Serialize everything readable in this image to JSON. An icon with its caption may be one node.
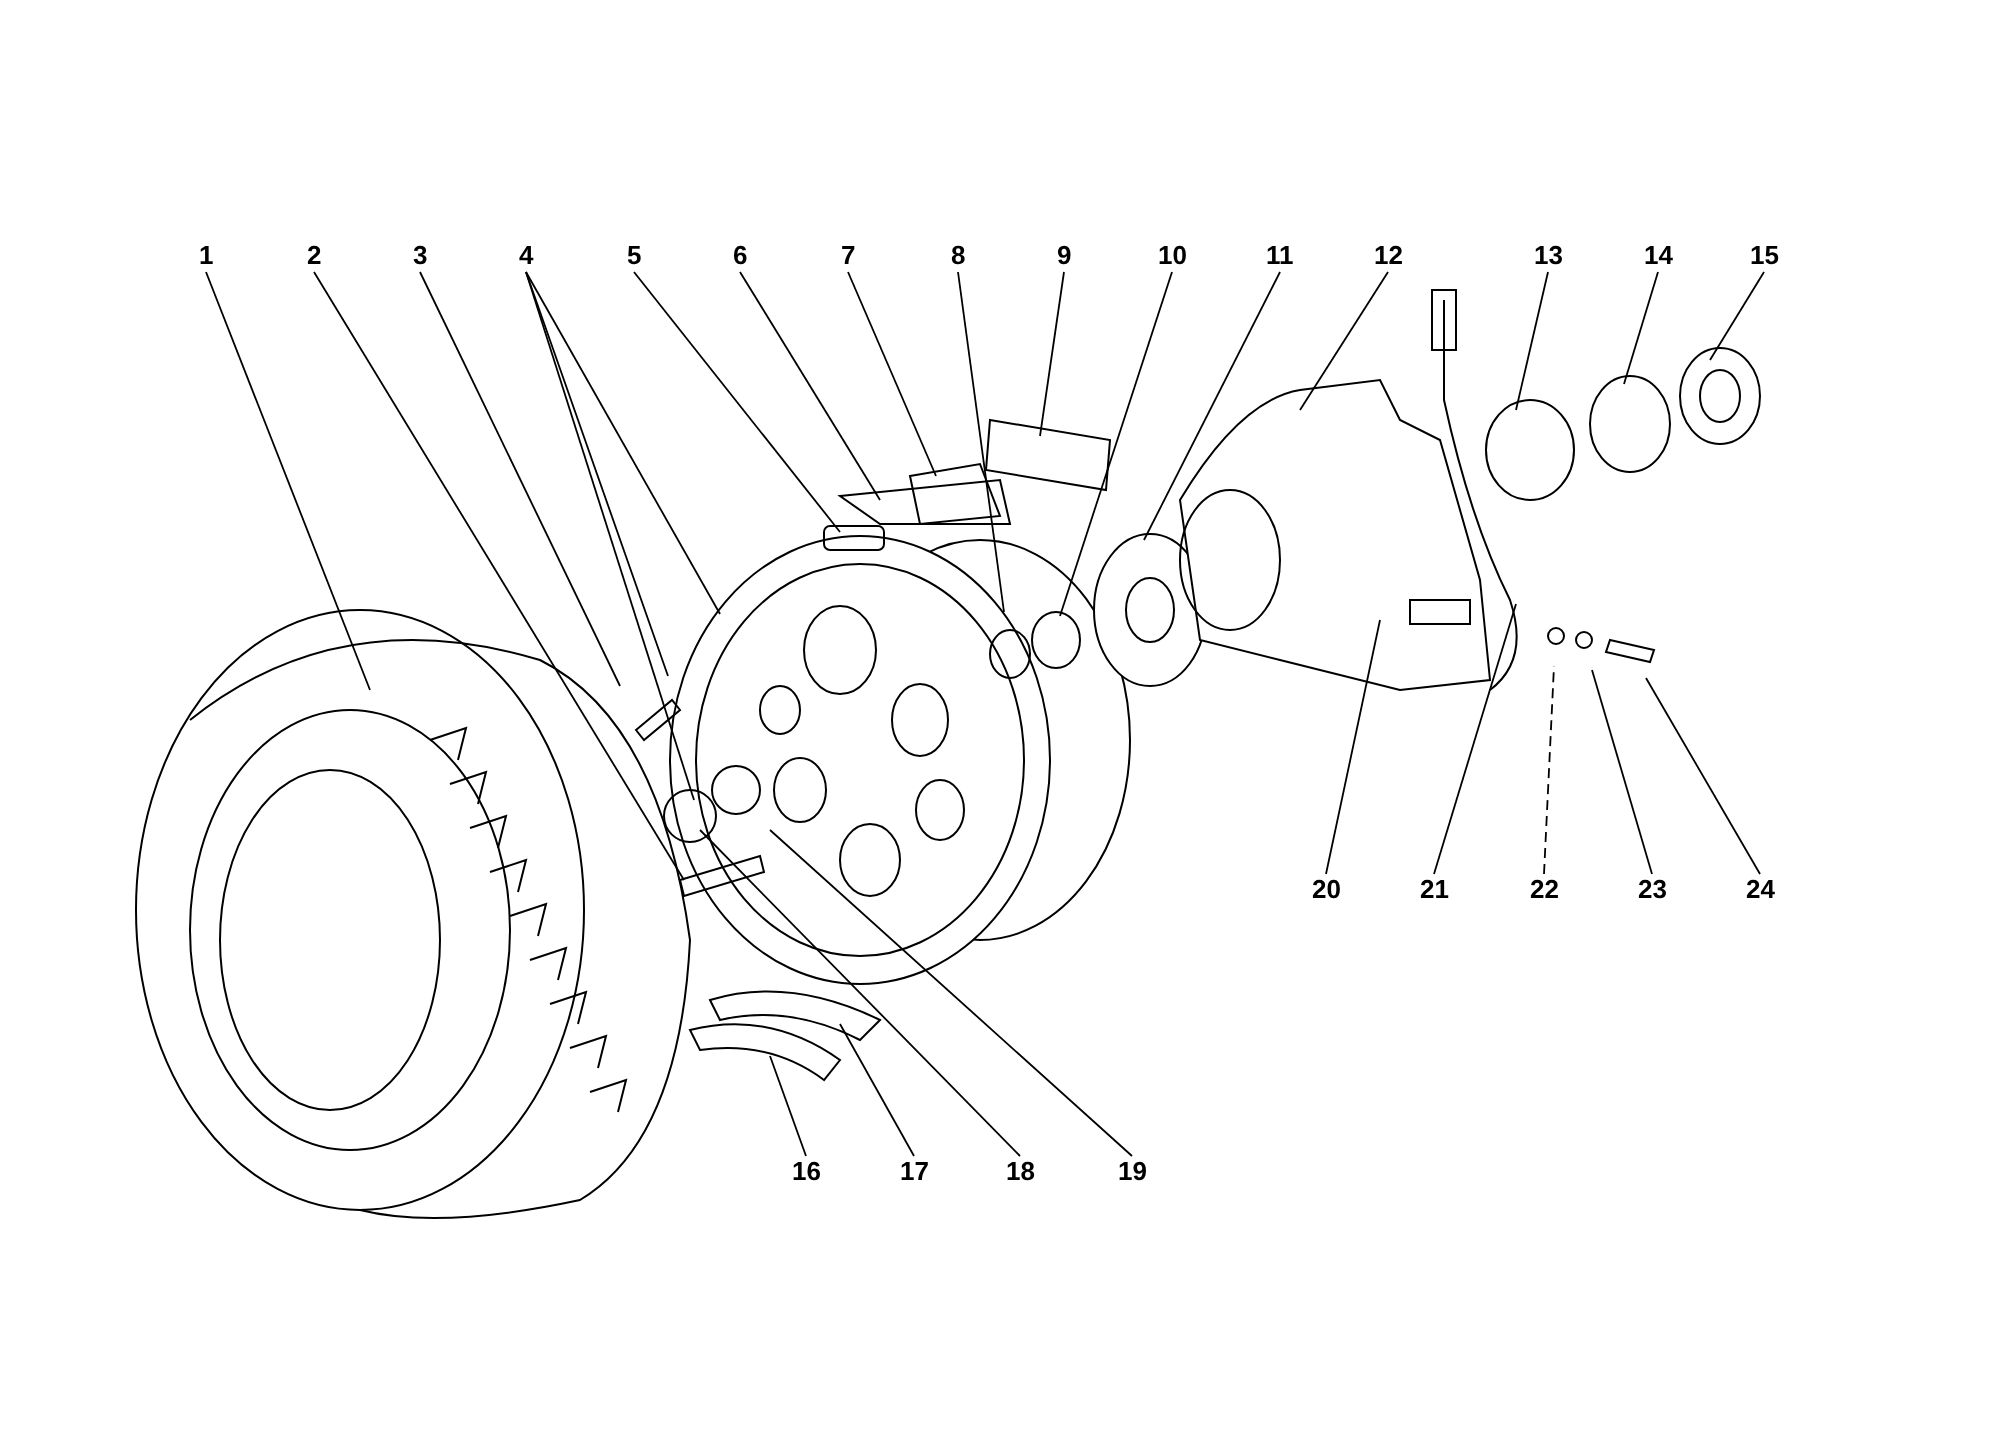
{
  "diagram": {
    "nodes": [
      {
        "text": [
          "1"
        ]
      },
      {
        "text": [
          "2"
        ]
      },
      {
        "text": [
          "3"
        ]
      },
      {
        "text": [
          "4"
        ]
      },
      {
        "text": [
          "5"
        ]
      },
      {
        "text": [
          "6"
        ]
      },
      {
        "text": [
          "7"
        ]
      },
      {
        "text": [
          "8"
        ]
      },
      {
        "text": [
          "9"
        ]
      },
      {
        "text": [
          "10"
        ]
      },
      {
        "text": [
          "11"
        ]
      },
      {
        "text": [
          "12"
        ]
      },
      {
        "text": [
          "13"
        ]
      },
      {
        "text": [
          "14"
        ]
      },
      {
        "text": [
          "15"
        ]
      },
      {
        "text": [
          "16"
        ]
      },
      {
        "text": [
          "17"
        ]
      },
      {
        "text": [
          "18"
        ]
      },
      {
        "text": [
          "19"
        ]
      },
      {
        "text": [
          "20"
        ]
      },
      {
        "text": [
          "21"
        ]
      },
      {
        "text": [
          "22"
        ]
      },
      {
        "text": [
          "23"
        ]
      },
      {
        "text": [
          "24"
        ]
      }
    ],
    "edges": [
      {
        "from": 0,
        "to": null,
        "arrow": "none"
      },
      {
        "from": 1,
        "to": null,
        "arrow": "none"
      },
      {
        "from": 2,
        "to": null,
        "arrow": "none"
      },
      {
        "from": 3,
        "to": null,
        "arrow": "none"
      },
      {
        "from": 3,
        "to": null,
        "arrow": "none"
      },
      {
        "from": 3,
        "to": null,
        "arrow": "none"
      },
      {
        "from": 4,
        "to": null,
        "arrow": "none"
      },
      {
        "from": 5,
        "to": null,
        "arrow": "none"
      },
      {
        "from": 6,
        "to": null,
        "arrow": "none"
      },
      {
        "from": 7,
        "to": null,
        "arrow": "none"
      },
      {
        "from": 8,
        "to": null,
        "arrow": "none"
      },
      {
        "from": 9,
        "to": null,
        "arrow": "none"
      },
      {
        "from": 10,
        "to": null,
        "arrow": "none"
      },
      {
        "from": 11,
        "to": null,
        "arrow": "none"
      },
      {
        "from": 12,
        "to": null,
        "arrow": "none"
      },
      {
        "from": 13,
        "to": null,
        "arrow": "none"
      },
      {
        "from": 14,
        "to": null,
        "arrow": "none"
      },
      {
        "from": 15,
        "to": null,
        "arrow": "none"
      },
      {
        "from": 16,
        "to": null,
        "arrow": "none"
      },
      {
        "from": 17,
        "to": null,
        "arrow": "none"
      },
      {
        "from": 18,
        "to": null,
        "arrow": "none"
      },
      {
        "from": 19,
        "to": null,
        "arrow": "none"
      },
      {
        "from": 20,
        "to": null,
        "arrow": "none"
      },
      {
        "from": 21,
        "to": null,
        "arrow": "none",
        "style": "dashed"
      },
      {
        "from": 22,
        "to": null,
        "arrow": "none"
      },
      {
        "from": 23,
        "to": null,
        "arrow": "none"
      }
    ]
  }
}
